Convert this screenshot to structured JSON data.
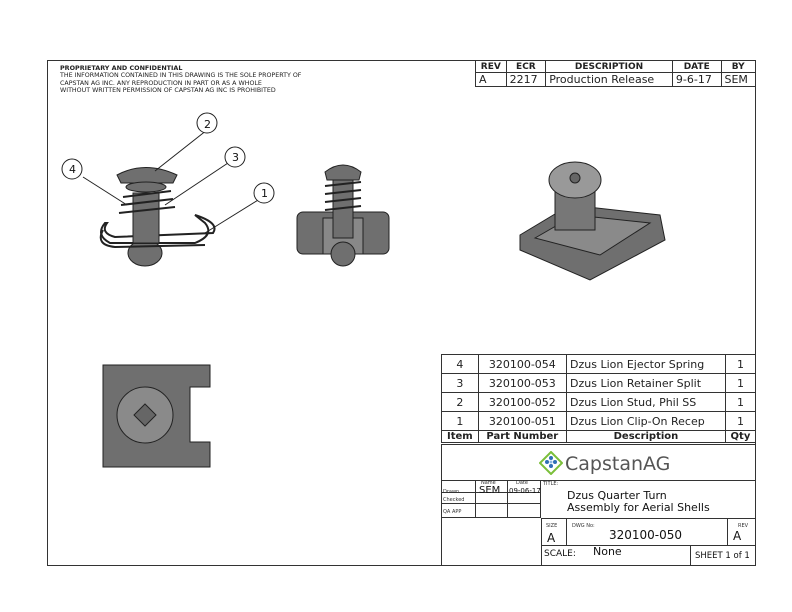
{
  "notice": {
    "title": "PROPRIETARY AND CONFIDENTIAL",
    "lines": [
      "THE INFORMATION CONTAINED IN THIS DRAWING IS THE SOLE PROPERTY OF",
      "CAPSTAN AG INC. ANY REPRODUCTION IN PART OR AS A WHOLE",
      "WITHOUT WRITTEN PERMISSION OF CAPSTAN AG INC IS PROHIBITED"
    ]
  },
  "revision": {
    "headers": [
      "REV",
      "ECR",
      "DESCRIPTION",
      "DATE",
      "BY"
    ],
    "row": [
      "A",
      "2217",
      "Production Release",
      "9-6-17",
      "SEM"
    ]
  },
  "balloons": [
    "1",
    "2",
    "3",
    "4"
  ],
  "bom": {
    "headers": [
      "Item",
      "Part Number",
      "Description",
      "Qty"
    ],
    "rows": [
      [
        "4",
        "320100-054",
        "Dzus Lion Ejector Spring",
        "1"
      ],
      [
        "3",
        "320100-053",
        "Dzus Lion Retainer Split",
        "1"
      ],
      [
        "2",
        "320100-052",
        "Dzus Lion Stud, Phil SS",
        "1"
      ],
      [
        "1",
        "320100-051",
        "Dzus Lion Clip-On Recep",
        "1"
      ]
    ]
  },
  "title_block": {
    "logo": "CapstanAG",
    "name_label": "Name",
    "date_label": "Date",
    "drawn_label": "Drawn",
    "checked_label": "Checked",
    "qa_label": "QA APP",
    "drawn_name": "SEM",
    "drawn_date": "09-06-17",
    "title_label": "TITLE:",
    "title_line1": "Dzus Quarter Turn",
    "title_line2": "Assembly for Aerial Shells",
    "size_label": "SIZE",
    "size": "A",
    "dwg_label": "DWG No:",
    "dwg_no": "320100-050",
    "rev_label": "REV",
    "rev": "A",
    "scale_label": "SCALE:",
    "scale": "None",
    "sheet": "SHEET 1 of 1"
  },
  "colors": {
    "part": "#6f6f6f",
    "logo_green": "#7bbf3a",
    "logo_blue": "#2f6fb5"
  }
}
